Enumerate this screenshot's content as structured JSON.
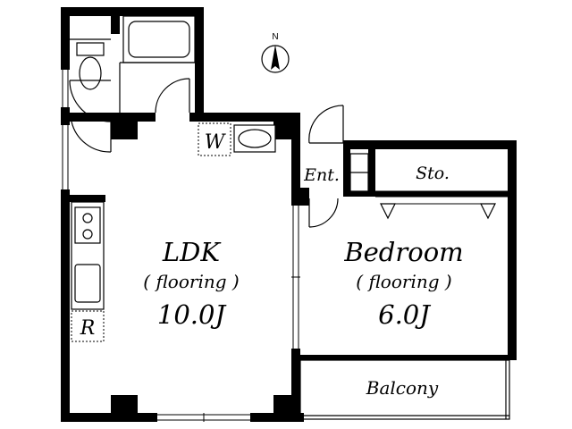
{
  "rooms": {
    "ldk": {
      "name": "LDK",
      "floor": "( flooring )",
      "size": "10.0J"
    },
    "bedroom": {
      "name": "Bedroom",
      "floor": "( flooring )",
      "size": "6.0J"
    },
    "balcony": {
      "name": "Balcony"
    },
    "entrance": {
      "name": "Ent."
    },
    "storage": {
      "name": "Sto."
    }
  },
  "fixtures": {
    "washer": "W",
    "refrigerator": "R"
  },
  "compass": {
    "label": "N"
  }
}
